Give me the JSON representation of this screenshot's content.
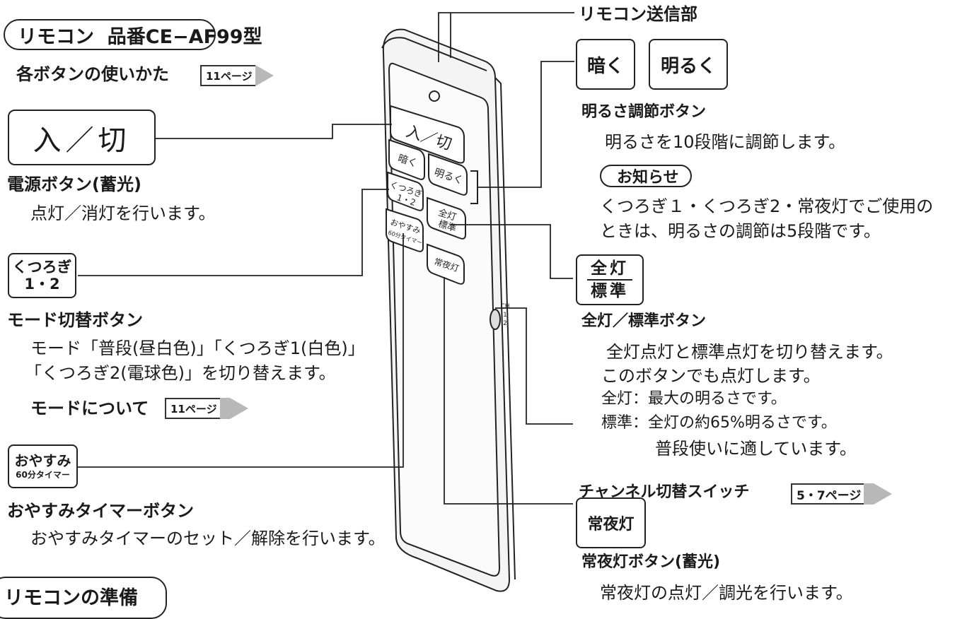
{
  "title_pill": "リモコン  品番CE−AF99型",
  "usage": {
    "label": "各ボタンの使いかた",
    "ref": "11ページ"
  },
  "power": {
    "key": "入／切",
    "name": "電源ボタン(蓄光)",
    "desc": "点灯／消灯を行います。"
  },
  "mode": {
    "key_line1": "くつろぎ",
    "key_line2": "1・2",
    "name": "モード切替ボタン",
    "desc_line1": "モード「普段(昼白色)」「くつろぎ1(白色)」",
    "desc_line2": "「くつろぎ2(電球色)」を切り替えます。",
    "about_label": "モードについて",
    "about_ref": "11ページ"
  },
  "sleep": {
    "key_line1": "おやすみ",
    "key_line2": "60分タイマー",
    "name": "おやすみタイマーボタン",
    "desc": "おやすみタイマーのセット／解除を行います。"
  },
  "transmitter": "リモコン送信部",
  "brightness": {
    "dark_key": "暗く",
    "bright_key": "明るく",
    "name": "明るさ調節ボタン",
    "desc": "明るさを10段階に調節します。",
    "notice": "お知らせ",
    "notice_line1": "くつろぎ１・くつろぎ2・常夜灯でご使用の",
    "notice_line2": "ときは、明るさの調節は5段階です。"
  },
  "full_std": {
    "key_top": "全灯",
    "key_bottom": "標準",
    "name": "全灯／標準ボタン",
    "line1": "全灯点灯と標準点灯を切り替えます。",
    "line2": "このボタンでも点灯します。",
    "line3": "全灯：最大の明るさです。",
    "line4": "標準：全灯の約65%明るさです。",
    "line5": "普段使いに適しています。"
  },
  "channel": {
    "name": "チャンネル切替スイッチ",
    "ref": "5・7ページ"
  },
  "night": {
    "key": "常夜灯",
    "name": "常夜灯ボタン(蓄光)",
    "desc": "常夜灯の点灯／調光を行います。"
  },
  "remote_labels": {
    "power": "入／切",
    "dark": "暗く",
    "bright": "明るく",
    "mode1": "くつろぎ",
    "mode2": "1・2",
    "full1": "全灯",
    "full2": "標準",
    "sleep1": "おやすみ",
    "sleep2": "60分タイマー",
    "night": "常夜灯",
    "ch": "CH",
    "ch1": "1",
    "ch2": "2"
  },
  "footer_pill": "リモコンの準備",
  "colors": {
    "ink": "#1a1a1a",
    "arrow_gray": "#b8b8b8",
    "remote_fill": "#f2f2f2"
  }
}
